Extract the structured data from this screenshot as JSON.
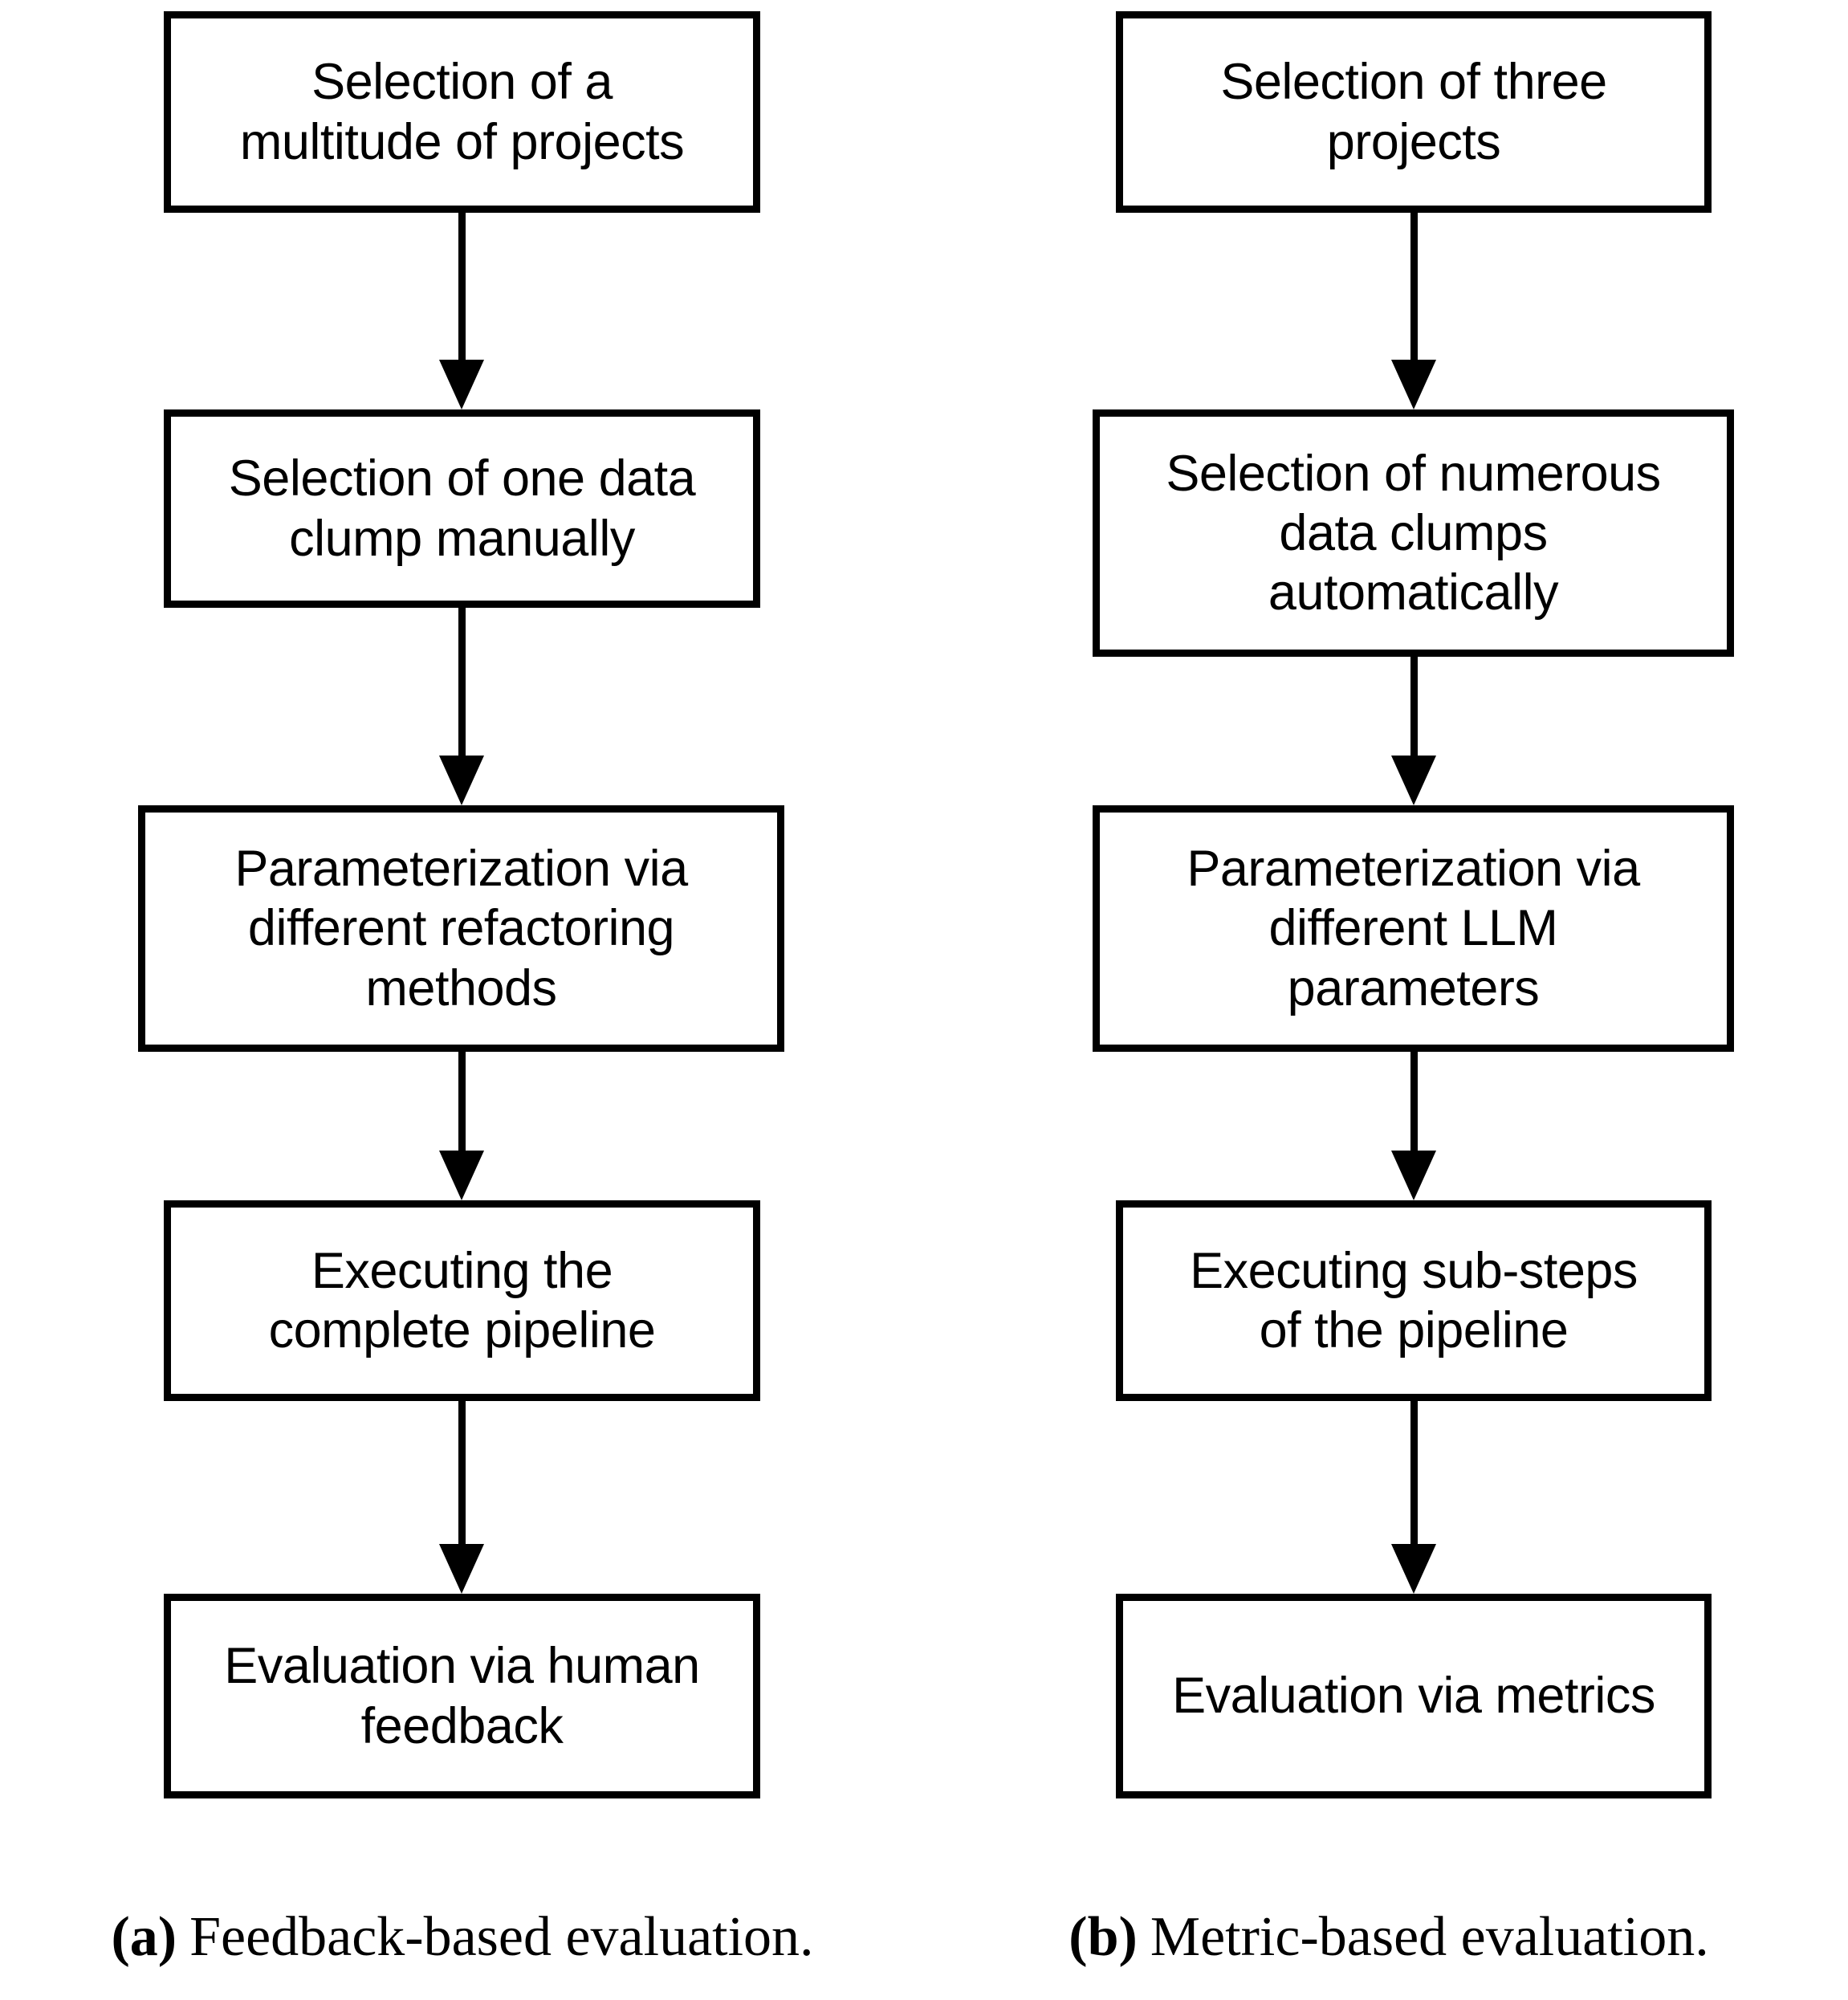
{
  "figure": {
    "background_color": "#ffffff",
    "stroke_color": "#000000",
    "panels": [
      {
        "id": "a",
        "caption_tag": "a",
        "caption_text": "Feedback-based evaluation.",
        "nodes": [
          {
            "label": "Selection of a\nmultitude of projects"
          },
          {
            "label": "Selection of one data\nclump manually"
          },
          {
            "label": "Parameterization via\ndifferent refactoring\nmethods"
          },
          {
            "label": "Executing the\ncomplete pipeline"
          },
          {
            "label": "Evaluation via human\nfeedback"
          }
        ],
        "arrows": [
          {
            "from": "Selection of a multitude of projects",
            "to": "Selection of one data clump manually"
          },
          {
            "from": "Selection of one data clump manually",
            "to": "Parameterization via different refactoring methods"
          },
          {
            "from": "Parameterization via different refactoring methods",
            "to": "Executing the complete pipeline"
          },
          {
            "from": "Executing the complete pipeline",
            "to": "Evaluation via human feedback"
          }
        ]
      },
      {
        "id": "b",
        "caption_tag": "b",
        "caption_text": "Metric-based evaluation.",
        "nodes": [
          {
            "label": "Selection of three\nprojects"
          },
          {
            "label": "Selection of numerous\ndata clumps\nautomatically"
          },
          {
            "label": "Parameterization via\ndifferent LLM\nparameters"
          },
          {
            "label": "Executing sub-steps\nof the pipeline"
          },
          {
            "label": "Evaluation via metrics"
          }
        ],
        "arrows": [
          {
            "from": "Selection of three projects",
            "to": "Selection of numerous data clumps automatically"
          },
          {
            "from": "Selection of numerous data clumps automatically",
            "to": "Parameterization via different LLM parameters"
          },
          {
            "from": "Parameterization via different LLM parameters",
            "to": "Executing sub-steps of the pipeline"
          },
          {
            "from": "Executing sub-steps of the pipeline",
            "to": "Evaluation via metrics"
          }
        ]
      }
    ]
  }
}
